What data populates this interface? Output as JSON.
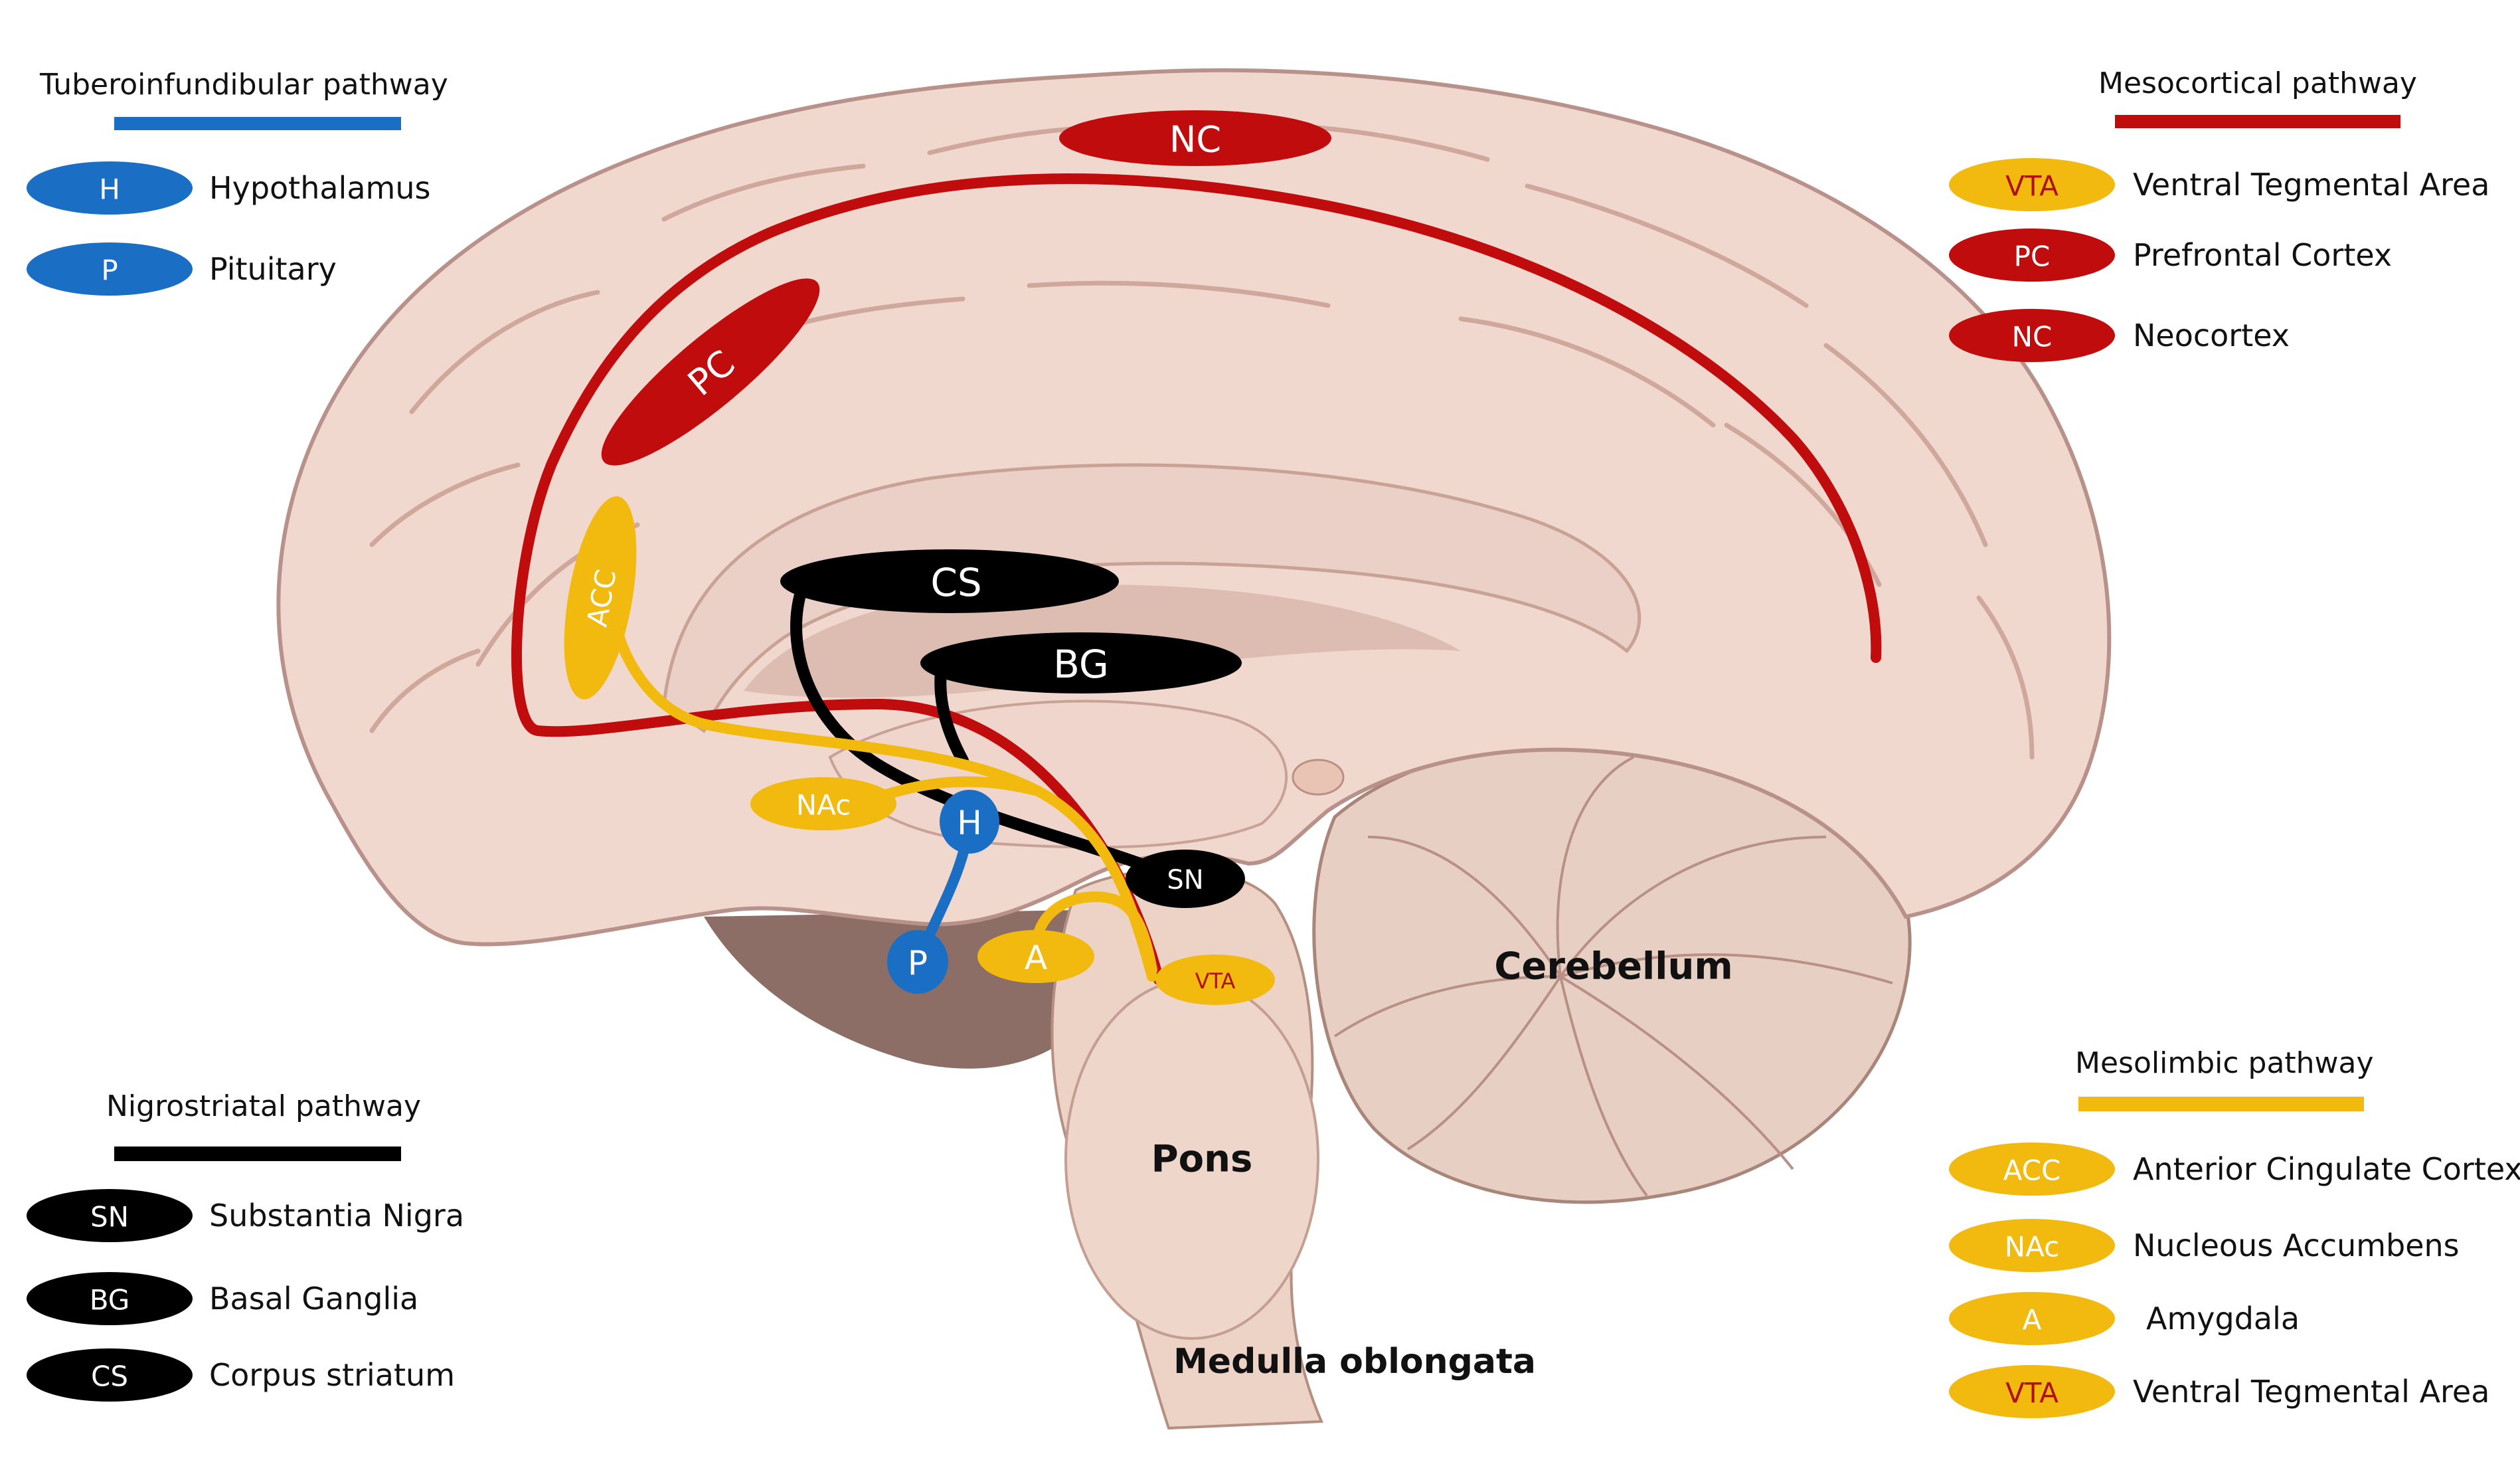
{
  "colors": {
    "tuberoinfundibular": "#1a6fc4",
    "mesocortical": "#c00c0c",
    "nigrostriatal": "#000000",
    "mesolimbic": "#f2b90f",
    "brain_tissue": "#f1d8cf",
    "brain_shadow": "#d9b3a6",
    "cerebellum": "#e8cfc4",
    "brainstem": "#edd2c6",
    "deep_tissue": "#8c6e66"
  },
  "legends": {
    "tuberoinfundibular": {
      "title": "Tuberoinfundibular pathway",
      "items": [
        {
          "abbr": "H",
          "label": "Hypothalamus"
        },
        {
          "abbr": "P",
          "label": "Pituitary"
        }
      ]
    },
    "mesocortical": {
      "title": "Mesocortical pathway",
      "items": [
        {
          "abbr": "VTA",
          "label": "Ventral Tegmental Area"
        },
        {
          "abbr": "PC",
          "label": "Prefrontal Cortex"
        },
        {
          "abbr": "NC",
          "label": "Neocortex"
        }
      ]
    },
    "nigrostriatal": {
      "title": "Nigrostriatal pathway",
      "items": [
        {
          "abbr": "SN",
          "label": "Substantia Nigra"
        },
        {
          "abbr": "BG",
          "label": "Basal Ganglia"
        },
        {
          "abbr": "CS",
          "label": "Corpus striatum"
        }
      ]
    },
    "mesolimbic": {
      "title": "Mesolimbic pathway",
      "items": [
        {
          "abbr": "ACC",
          "label": "Anterior Cingulate Cortex"
        },
        {
          "abbr": "NAc",
          "label": "Nucleous Accumbens"
        },
        {
          "abbr": "A",
          "label": "Amygdala"
        },
        {
          "abbr": "VTA",
          "label": "Ventral Tegmental Area"
        }
      ]
    }
  },
  "nodes": {
    "nc": "NC",
    "pc": "PC",
    "acc": "ACC",
    "cs": "CS",
    "bg": "BG",
    "nac": "NAc",
    "h": "H",
    "sn": "SN",
    "p": "P",
    "a": "A",
    "vta": "VTA"
  },
  "regions": {
    "cerebellum": "Cerebellum",
    "pons": "Pons",
    "medulla": "Medulla oblongata"
  }
}
